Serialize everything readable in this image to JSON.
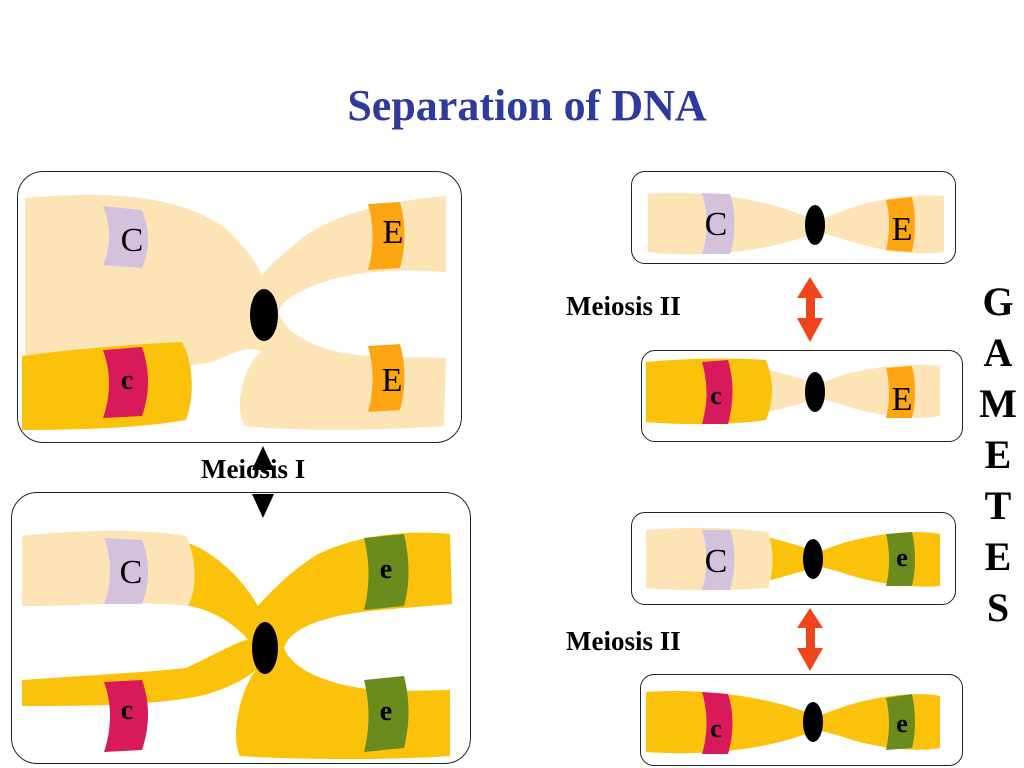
{
  "title": "Separation of DNA",
  "labels": {
    "meiosis1": "Meiosis I",
    "meiosis2_top": "Meiosis II",
    "meiosis2_bottom": "Meiosis II",
    "gametes": [
      "G",
      "A",
      "M",
      "E",
      "T",
      "E",
      "S"
    ]
  },
  "chromosomes": {
    "top_x": {
      "upper_left": "C",
      "upper_right": "E",
      "lower_left": "c",
      "lower_right": "E"
    },
    "bottom_x": {
      "upper_left": "C",
      "upper_right": "e",
      "lower_left": "c",
      "lower_right": "e"
    },
    "gamete_1": {
      "left": "C",
      "right": "E"
    },
    "gamete_2": {
      "left": "c",
      "right": "E"
    },
    "gamete_3": {
      "left": "C",
      "right": "e"
    },
    "gamete_4": {
      "left": "c",
      "right": "e"
    }
  },
  "colors": {
    "title": "#2e3a9e",
    "chromatid_light": "#fde4b6",
    "chromatid_dark": "#fbc20b",
    "band_C": "#d4c2dd",
    "band_c": "#d81a5c",
    "band_E": "#fda512",
    "band_e": "#6b8b1e",
    "arrow_red": "#f0441b",
    "arrow_black": "#000000"
  }
}
